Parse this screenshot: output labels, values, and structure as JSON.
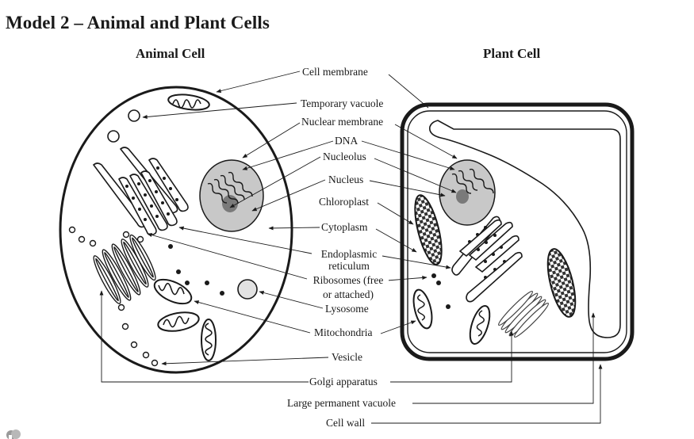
{
  "title": "Model 2 – Animal and Plant Cells",
  "subtitles": {
    "animal": "Animal Cell",
    "plant": "Plant Cell"
  },
  "labels": {
    "cell_membrane": "Cell membrane",
    "temporary_vacuole": "Temporary vacuole",
    "nuclear_membrane": "Nuclear membrane",
    "dna": "DNA",
    "nucleolus": "Nucleolus",
    "nucleus": "Nucleus",
    "chloroplast": "Chloroplast",
    "cytoplasm": "Cytoplasm",
    "er_line1": "Endoplasmic",
    "er_line2": "reticulum",
    "ribosomes_line1": "Ribosomes (free",
    "ribosomes_line2": "or attached)",
    "lysosome": "Lysosome",
    "mitochondria": "Mitochondria",
    "vesicle": "Vesicle",
    "golgi": "Golgi apparatus",
    "large_vacuole": "Large permanent vacuole",
    "cell_wall": "Cell wall"
  },
  "colors": {
    "ink": "#1a1a1a",
    "nucleus_fill": "#c8c8c8",
    "nucleolus_fill": "#7a7a7a",
    "lysosome_fill": "#e2e2e2"
  },
  "icons": {
    "corner": "speaker-icon"
  }
}
